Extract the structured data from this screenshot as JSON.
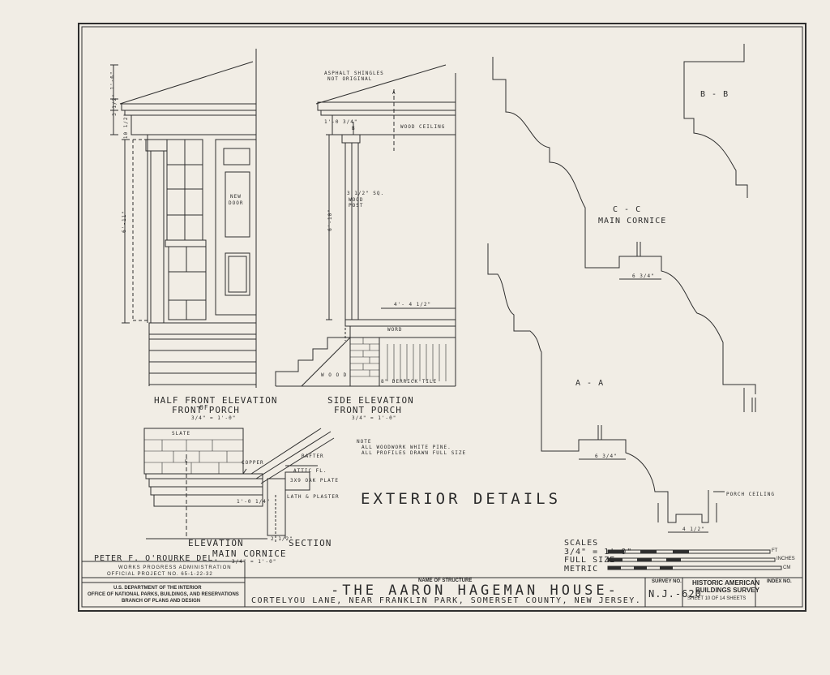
{
  "sheet": {
    "sheet_title": "EXTERIOR DETAILS",
    "note_heading": "NOTE",
    "note_line1": "ALL WOODWORK WHITE PINE.",
    "note_line2": "ALL PROFILES DRAWN FULL SIZE"
  },
  "drawings": {
    "half_front_title1": "HALF FRONT ELEVATION",
    "half_front_title2": "OF",
    "half_front_title3": "FRONT PORCH",
    "half_front_scale": "3/4\" = 1'-0\"",
    "side_title1": "SIDE ELEVATION",
    "side_title2": "FRONT PORCH",
    "side_scale": "3/4\" = 1'-0\"",
    "cornice_elev": "ELEVATION",
    "cornice_section": "SECTION",
    "cornice_title": "MAIN CORNICE",
    "cornice_scale": "3/4\" = 1'-0\"",
    "profile_bb": "B - B",
    "profile_cc1": "C - C",
    "profile_cc2": "MAIN CORNICE",
    "profile_aa": "A - A",
    "porch_ceiling": "PORCH CEILING"
  },
  "annotations": {
    "new_door1": "NEW",
    "new_door2": "DOOR",
    "asphalt1": "ASPHALT SHINGLES",
    "asphalt2": "NOT ORIGINAL",
    "wood_ceiling": "WOOD CEILING",
    "wood_post1": "3 1/2\" SQ.",
    "wood_post2": "WOOD",
    "wood_post3": "POST",
    "wood_step": "W O O D",
    "wood_floor": "WORD",
    "brick": "8\" DERRICK TILE",
    "slate": "SLATE",
    "copper": "COPPER",
    "rafter": "RAFTER",
    "attic_fl": "ATTIC FL.",
    "plate": "3X9 OAK PLATE",
    "lath": "LATH & PLASTER",
    "dim_6": "1'-6\"",
    "dim_3": "3 1/2\"",
    "dim_10": "10 1/2\"",
    "dim_611": "6'-11\"",
    "dim_610": "6'-10\"",
    "dim_44": "4'- 4 1/2\"",
    "dim_10_3": "1'-0 3/4\"",
    "dim_side": "1'-0 1/4\"",
    "dim_2": "2 1/2\"",
    "dim_a": "6 3/4\"",
    "dim_b": "6 3/4\"",
    "dim_c": "4 1/2\"",
    "sec_a": "A",
    "sec_b": "B",
    "sec_c": "C"
  },
  "scales": {
    "heading": "SCALES",
    "s1": "3/4\" = 1'-0\"",
    "s2": "FULL SIZE",
    "s3": "METRIC",
    "u1": "FT",
    "u2": "INCHES",
    "u3": "CM"
  },
  "title_block": {
    "delineator": "PETER F. O'ROURKE   DEL.",
    "wpa1": "WORKS PROGRESS ADMINISTRATION",
    "wpa2": "OFFICIAL PROJECT  NO. 65-1-22-32",
    "dept1": "U.S. DEPARTMENT OF THE INTERIOR",
    "dept2": "OFFICE OF NATIONAL PARKS, BUILDINGS, AND RESERVATIONS",
    "dept3": "BRANCH OF PLANS AND DESIGN",
    "name_label": "NAME OF STRUCTURE",
    "structure": "-THE  AARON  HAGEMAN  HOUSE-",
    "location": "CORTELYOU LANE, NEAR FRANKLIN PARK, SOMERSET COUNTY, NEW JERSEY.",
    "survey_label": "SURVEY NO.",
    "survey_no": "N.J.-620",
    "habs1": "HISTORIC AMERICAN",
    "habs2": "BUILDINGS SURVEY",
    "sheet_of": "SHEET 10 OF 14 SHEETS",
    "index_label": "INDEX NO."
  }
}
